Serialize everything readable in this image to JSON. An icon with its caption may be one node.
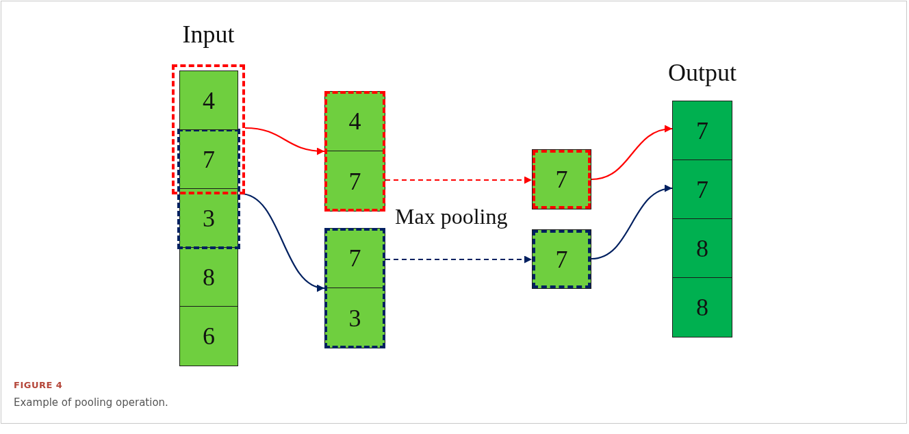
{
  "diagram": {
    "title": "FIGURE 4",
    "caption": "Example of pooling operation.",
    "nodes": [
      {
        "text": [
          "Input"
        ]
      },
      {
        "text": [
          "4"
        ],
        "in": 6
      },
      {
        "text": [
          "7"
        ]
      },
      {
        "text": [
          "3"
        ],
        "in": 7
      },
      {
        "text": [
          "8"
        ],
        "in": 0
      },
      {
        "text": [
          "6"
        ],
        "in": 0
      },
      {
        "text": [],
        "shape": "box",
        "in": 0
      },
      {
        "text": [],
        "shape": "box",
        "in": 0
      },
      {
        "text": [],
        "shape": "box"
      },
      {
        "text": [
          "4"
        ],
        "in": 8
      },
      {
        "text": [
          "7"
        ],
        "in": 8
      },
      {
        "text": [],
        "shape": "box"
      },
      {
        "text": [
          "7"
        ],
        "in": 11
      },
      {
        "text": [
          "3"
        ],
        "in": 11
      },
      {
        "text": [
          "7"
        ]
      },
      {
        "text": [
          "7"
        ]
      },
      {
        "text": [
          "Output"
        ]
      },
      {
        "text": [
          "7"
        ],
        "in": 16
      },
      {
        "text": [
          "7"
        ],
        "in": 16
      },
      {
        "text": [
          "8"
        ],
        "in": 16
      },
      {
        "text": [
          "8"
        ],
        "in": 16
      }
    ],
    "edges": [
      {
        "from": 6,
        "to": 8,
        "arrow": "to",
        "color": "#ff0000"
      },
      {
        "from": 7,
        "to": 11,
        "arrow": "to",
        "color": "#002060"
      },
      {
        "from": 8,
        "to": 14,
        "arrow": "to",
        "style": "dashed",
        "color": "#ff0000"
      },
      {
        "from": 11,
        "to": 15,
        "arrow": "to",
        "style": "dashed",
        "color": "#002060"
      },
      {
        "from": 14,
        "to": 17,
        "arrow": "to",
        "color": "#ff0000"
      },
      {
        "from": 15,
        "to": 18,
        "arrow": "to",
        "color": "#002060"
      }
    ],
    "labels": [
      "Max pooling"
    ]
  }
}
